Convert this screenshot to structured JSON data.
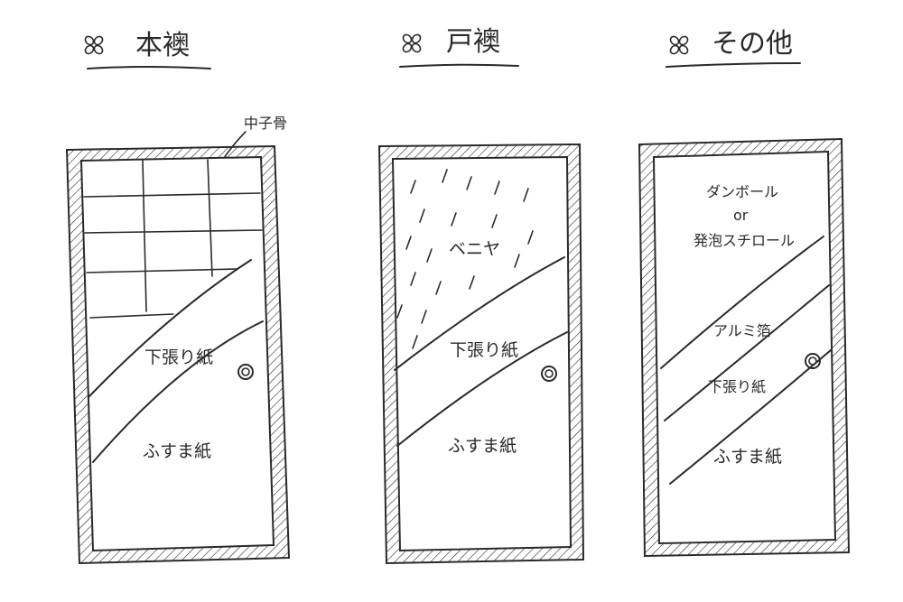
{
  "panels": [
    {
      "title": "本襖",
      "callout": "中子骨",
      "labels": {
        "under_paper": "下張り紙",
        "fusuma_paper": "ふすま紙"
      }
    },
    {
      "title": "戸襖",
      "labels": {
        "veneer": "ベニヤ",
        "under_paper": "下張り紙",
        "fusuma_paper": "ふすま紙"
      }
    },
    {
      "title": "その他",
      "labels": {
        "cardboard": "ダンボール",
        "or": "or",
        "styrofoam": "発泡スチロール",
        "foil": "アルミ箔",
        "under_paper": "下張り紙",
        "fusuma_paper": "ふすま紙"
      }
    }
  ],
  "icon": "flower-bullet-icon"
}
